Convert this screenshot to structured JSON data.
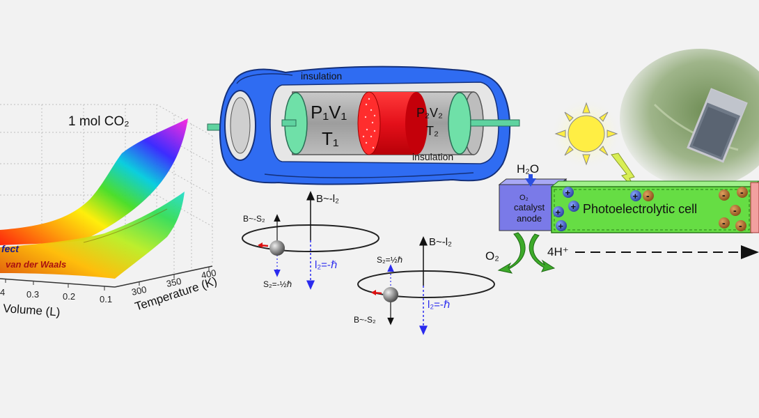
{
  "gas_plot": {
    "title": "1 mol CO₂",
    "ideal_label": "fect",
    "vdw_label": "van der Waals",
    "volume_axis_label": "Volume (L)",
    "volume_ticks": [
      "4",
      "0.3",
      "0.2",
      "0.1"
    ],
    "temperature_axis_label": "Temperature (K)",
    "temperature_ticks": [
      "300",
      "350",
      "400"
    ]
  },
  "joule_expansion": {
    "insulation_top": "insulation",
    "insulation_bottom": "insulation",
    "state1_line1": "P₁V₁",
    "state1_line2": "T₁",
    "state2_line1": "P₂V₂",
    "state2_line2": "T₂"
  },
  "spin_orbit": {
    "orbit1": {
      "b_lz": "B~-l₂",
      "b_sz": "B~-S₂",
      "sz": "S₂=-½ℏ",
      "lz": "l₂=-ℏ"
    },
    "orbit2": {
      "b_lz": "B~-l₂",
      "b_sz": "B~-S₂",
      "sz": "S₂=½ℏ",
      "lz": "l₂=-ℏ"
    }
  },
  "photoelectrolysis": {
    "water": "H₂O",
    "anode_line1": "O₂",
    "anode_line2": "catalyst",
    "anode_line3": "anode",
    "cell_label": "Photoelectrolytic cell",
    "oxygen": "O₂",
    "protons": "4H⁺",
    "plus_sign": "+",
    "minus_sign": "-"
  },
  "colors": {
    "background": "#f2f2f2",
    "insulation_blue": "#2f6cf2",
    "cylinder_gray": "#a7a7a7",
    "piston_red": "#e8101a",
    "piston_green": "#6fe0a8",
    "cell_green": "#66dd44",
    "anode_blue": "#7a7ae8",
    "arrow_green": "#3daa2a",
    "sun_yellow": "#ffee44"
  }
}
